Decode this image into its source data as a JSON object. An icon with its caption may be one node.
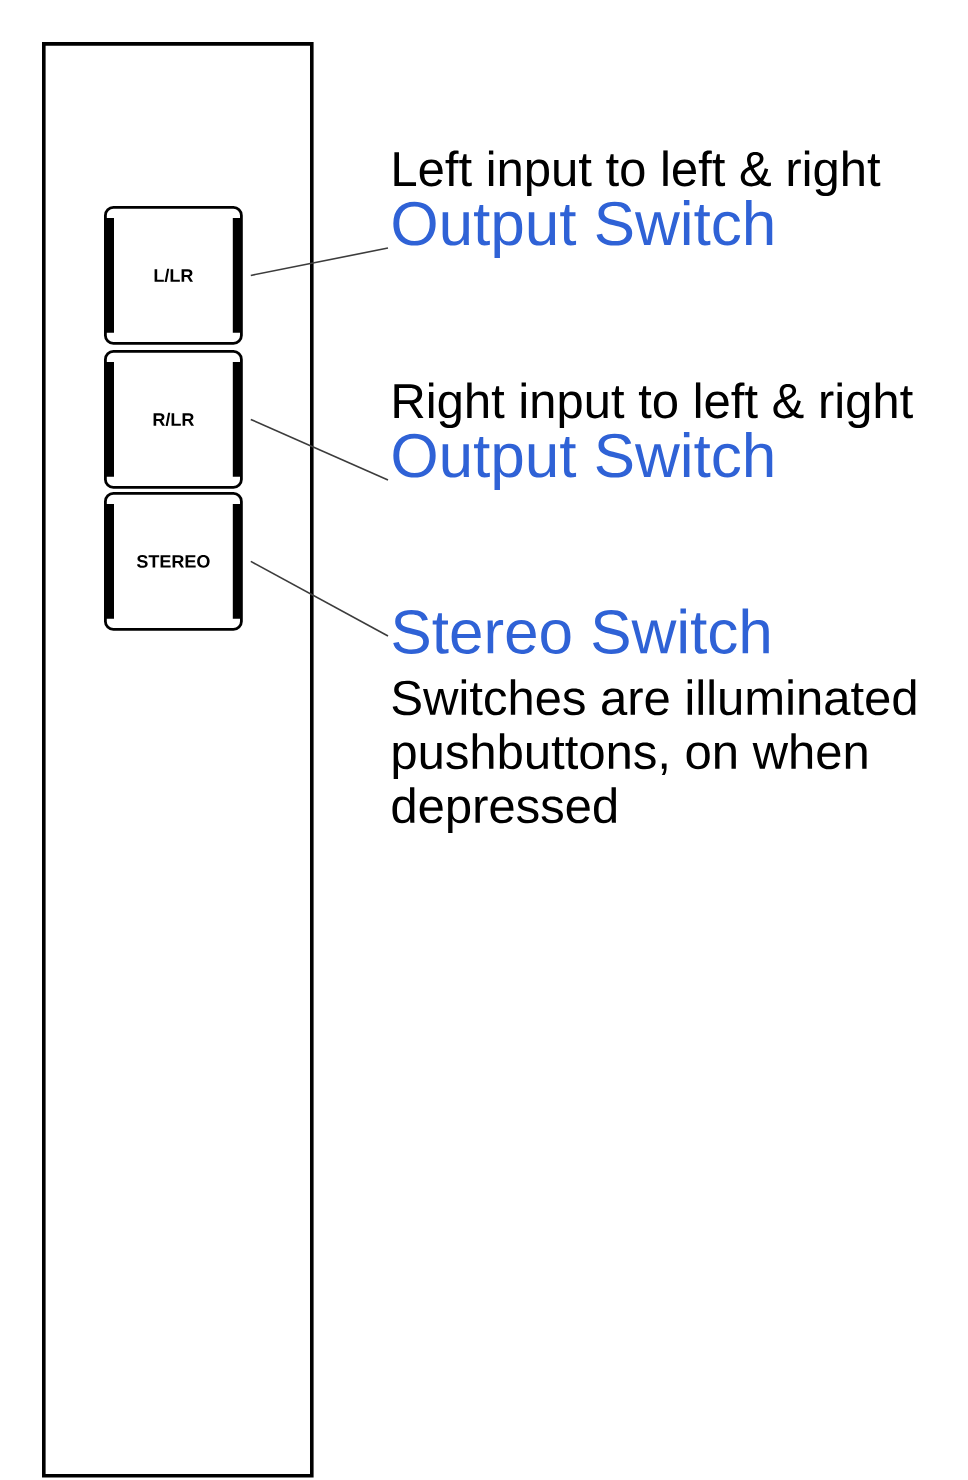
{
  "diagram": {
    "nodes": [
      {
        "text": [],
        "shape": "box"
      },
      {
        "text": [
          "L/LR"
        ],
        "in": 0
      },
      {
        "text": [
          "R/LR"
        ],
        "in": 0
      },
      {
        "text": [
          "STEREO"
        ],
        "in": 0
      },
      {
        "text": [
          "Left input to left & right",
          "Output Switch"
        ]
      },
      {
        "text": [
          "Right input to left & right",
          "Output Switch"
        ]
      },
      {
        "text": [
          "Stereo Switch",
          "Switches are illuminated pushbuttons, on when depressed"
        ]
      }
    ],
    "edges": [
      {
        "from": 1,
        "to": 4,
        "arrow": "none"
      },
      {
        "from": 2,
        "to": 5,
        "arrow": "none"
      },
      {
        "from": 3,
        "to": 6,
        "arrow": "none"
      }
    ]
  }
}
